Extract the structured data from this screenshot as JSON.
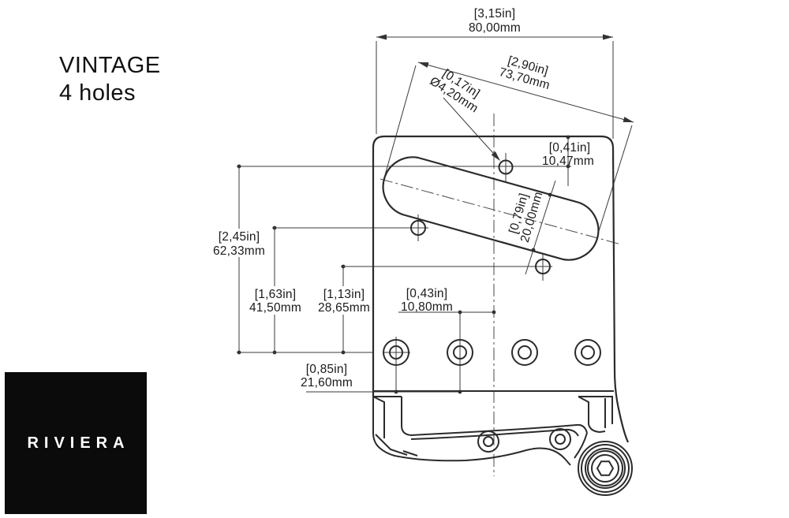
{
  "title": {
    "line1": "VINTAGE",
    "line2": "4 holes"
  },
  "logo": {
    "text": "RIVIERA",
    "bg_color": "#0b0b0b",
    "text_color": "#ffffff"
  },
  "drawing": {
    "dims": {
      "overall_width": {
        "in": "[3,15in]",
        "mm": "80,00mm"
      },
      "slot_length": {
        "in": "[2,90in]",
        "mm": "73,70mm"
      },
      "hole_diameter": {
        "in": "[0,17in]",
        "mm": "Ø4,20mm"
      },
      "top_hole_offset": {
        "in": "[0,41in]",
        "mm": "10,47mm"
      },
      "slot_width": {
        "in": "[0,79in]",
        "mm": "20,00mm"
      },
      "height_total": {
        "in": "[2,45in]",
        "mm": "62,33mm"
      },
      "height_mid": {
        "in": "[1,63in]",
        "mm": "41,50mm"
      },
      "height_low": {
        "in": "[1,13in]",
        "mm": "28,65mm"
      },
      "string_spacing": {
        "in": "[0,85in]",
        "mm": "21,60mm"
      },
      "center_offset": {
        "in": "[0,43in]",
        "mm": "10,80mm"
      }
    },
    "colors": {
      "outline": "#2b2b2b",
      "dimension": "#3a3a3a",
      "text": "#1a1a1a"
    }
  }
}
